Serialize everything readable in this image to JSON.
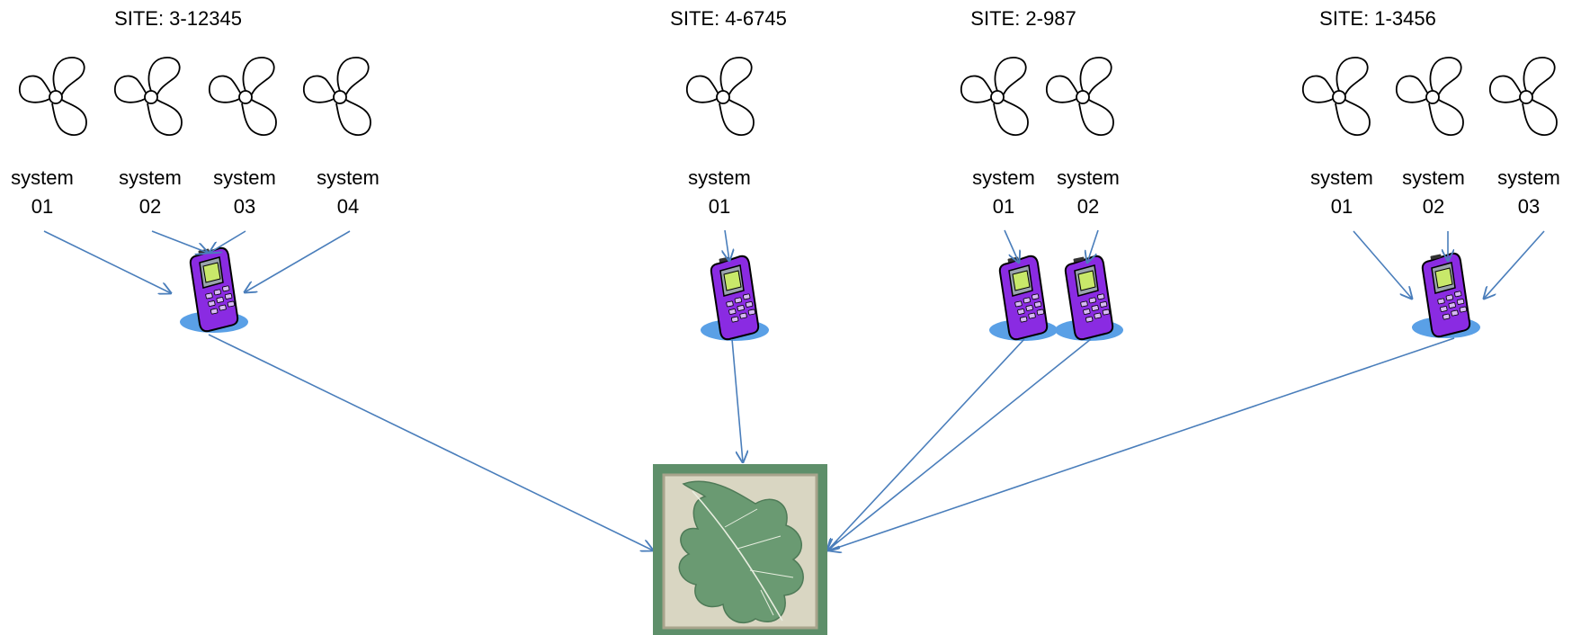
{
  "sites": [
    {
      "title": "SITE:  3-12345",
      "systems": [
        {
          "line1": "system",
          "line2": "01"
        },
        {
          "line1": "system",
          "line2": "02"
        },
        {
          "line1": "system",
          "line2": "03"
        },
        {
          "line1": "system",
          "line2": "04"
        }
      ]
    },
    {
      "title": "SITE:  4-6745",
      "systems": [
        {
          "line1": "system",
          "line2": "01"
        }
      ]
    },
    {
      "title": "SITE:  2-987",
      "systems": [
        {
          "line1": "system",
          "line2": "01"
        },
        {
          "line1": "system",
          "line2": "02"
        }
      ]
    },
    {
      "title": "SITE:  1-3456",
      "systems": [
        {
          "line1": "system",
          "line2": "01"
        },
        {
          "line1": "system",
          "line2": "02"
        },
        {
          "line1": "system",
          "line2": "03"
        }
      ]
    }
  ],
  "colors": {
    "arrow": "#4a7ebb",
    "leaf_bg": "#5e8f6a",
    "leaf_fill": "#6a9a72",
    "panel": "#d9d6c2",
    "phone_body": "#8a2be2",
    "phone_screen": "#c8e86a",
    "puddle": "#5aa0e6"
  },
  "icons": {
    "fan": "fan-icon",
    "phone": "cell-phone-icon",
    "hub": "oak-leaf-logo"
  }
}
